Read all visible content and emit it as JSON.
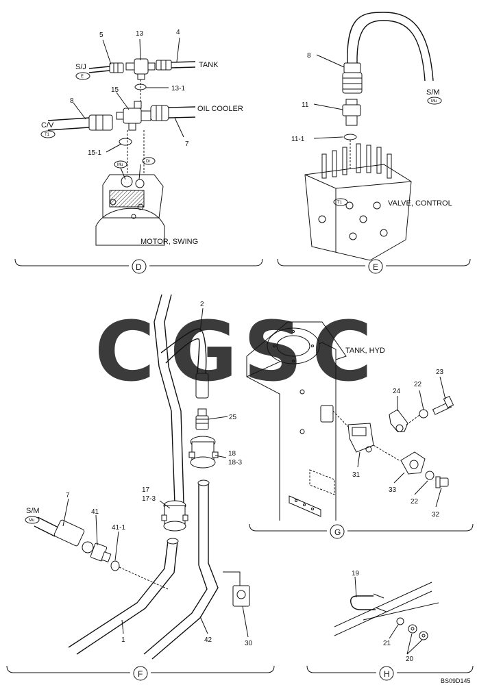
{
  "sections": {
    "D": {
      "letter": "D",
      "callouts": {
        "c5": "5",
        "c13": "13",
        "c4": "4",
        "c13_1": "13-1",
        "c15": "15",
        "c8": "8",
        "c7": "7",
        "c15_1": "15-1"
      },
      "text": {
        "sj": "S/J",
        "e": "E",
        "tank": "TANK",
        "oil_cooler": "OIL COOLER",
        "cv": "C/V",
        "t1": "T1",
        "mu": "Mu",
        "dr": "Dr",
        "motor": "MOTOR, SWING"
      }
    },
    "E": {
      "letter": "E",
      "callouts": {
        "c8": "8",
        "c11": "11",
        "c11_1": "11-1"
      },
      "text": {
        "sm": "S/M",
        "mu": "Mu",
        "t1": "T1",
        "valve": "VALVE, CONTROL"
      }
    },
    "F": {
      "letter": "F",
      "callouts": {
        "c2": "2",
        "c25": "25",
        "c18": "18",
        "c18_3": "18-3",
        "c17": "17",
        "c17_3": "17-3",
        "c7": "7",
        "c41": "41",
        "c41_1": "41-1",
        "c1": "1",
        "c42": "42",
        "c30": "30"
      },
      "text": {
        "sm": "S/M",
        "mu": "Mu"
      }
    },
    "G": {
      "letter": "G",
      "callouts": {
        "c22a": "22",
        "c23": "23",
        "c24": "24",
        "c31": "31",
        "c33": "33",
        "c22b": "22",
        "c32": "32"
      },
      "text": {
        "tank": "TANK, HYD"
      }
    },
    "H": {
      "letter": "H",
      "callouts": {
        "c19": "19",
        "c21": "21",
        "c20": "20"
      }
    }
  },
  "watermark": {
    "letters": [
      {
        "char": "C",
        "color": "#4C8DF6"
      },
      {
        "char": "G",
        "color": "#EE5A4F"
      },
      {
        "char": "S",
        "color": "#F7C843"
      },
      {
        "char": "C",
        "color": "#2EA567"
      }
    ]
  },
  "drawing_code": "BS09D145"
}
